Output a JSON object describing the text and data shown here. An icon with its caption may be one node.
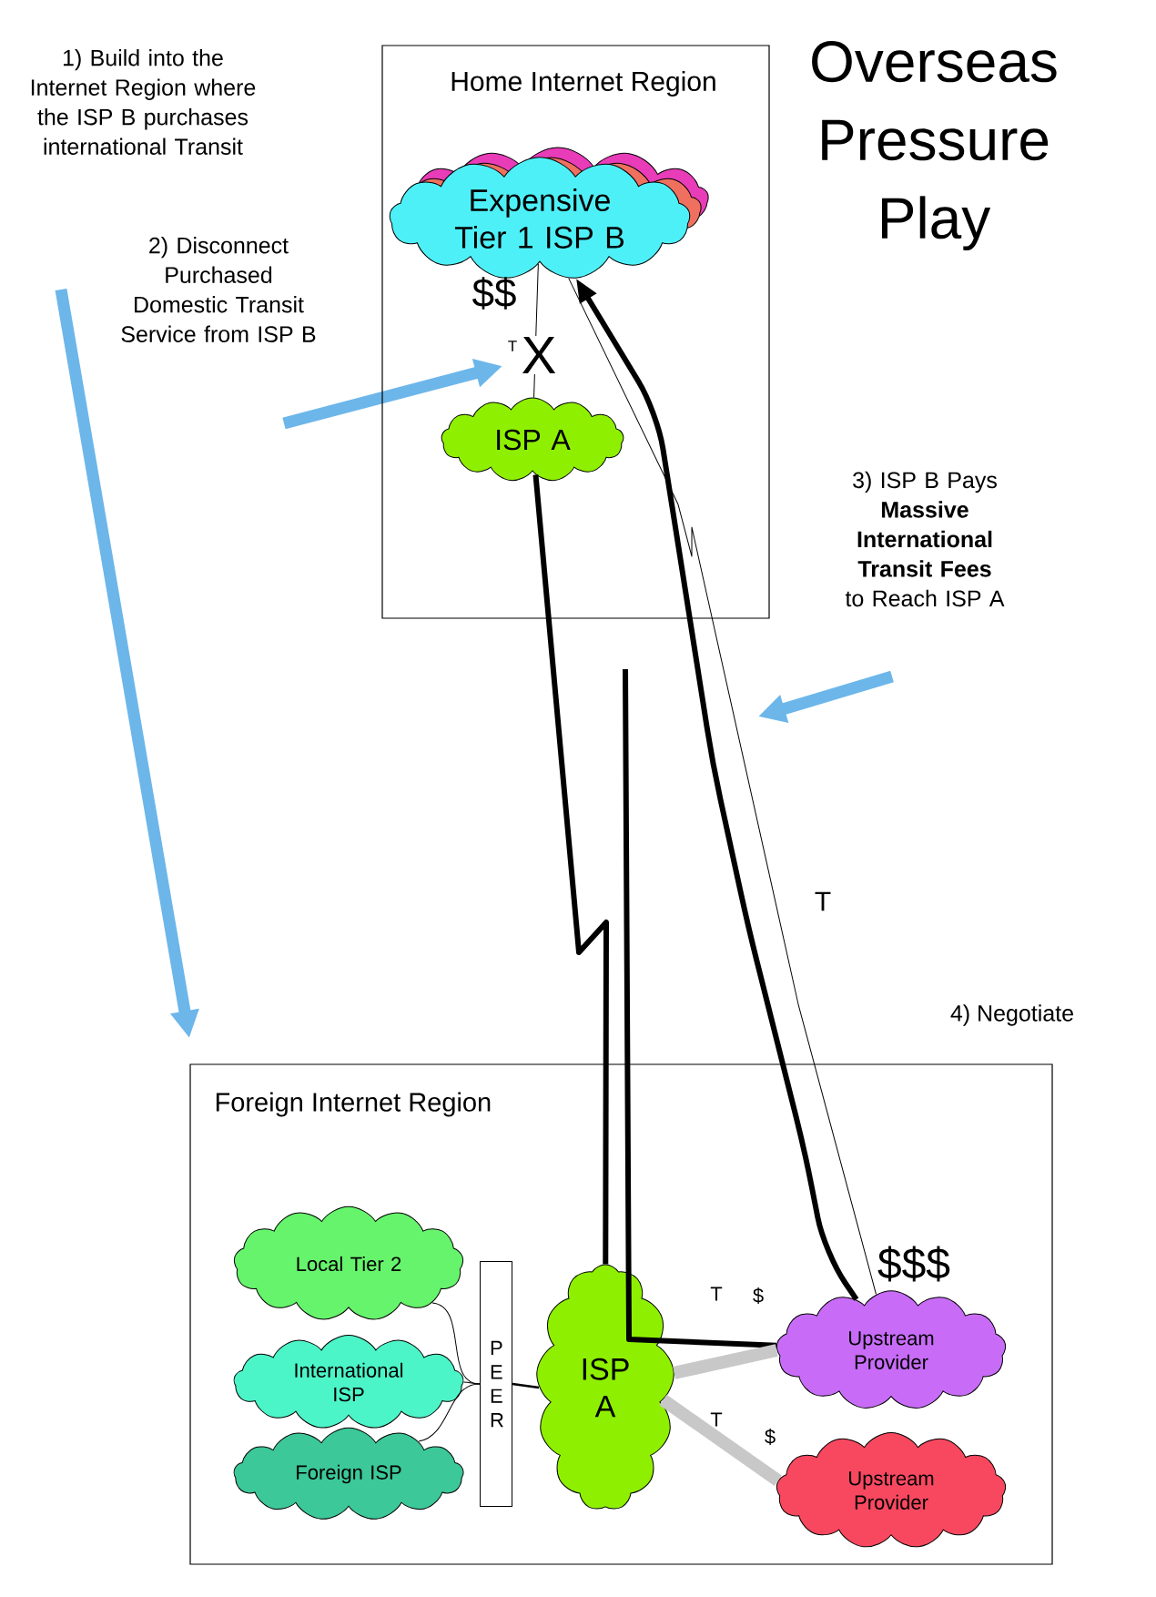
{
  "diagram": {
    "title": "Overseas Pressure Play",
    "nodes": [
      {
        "text": [
          "Home Internet Region"
        ]
      },
      {
        "text": [
          "Expensive Tier 1 ISP B"
        ],
        "in": 0
      },
      {
        "text": [
          "ISP A"
        ],
        "in": 0
      },
      {
        "text": [
          "Foreign Internet Region"
        ]
      },
      {
        "text": [
          "Local Tier 2"
        ],
        "in": 3
      },
      {
        "text": [
          "International ISP"
        ],
        "in": 3
      },
      {
        "text": [
          "Foreign ISP"
        ],
        "in": 3
      },
      {
        "text": [
          "P E E R"
        ],
        "in": 3
      },
      {
        "text": [
          "ISP A"
        ],
        "in": 3
      },
      {
        "text": [
          "Upstream Provider"
        ],
        "in": 3
      },
      {
        "text": [
          "Upstream Provider"
        ],
        "in": 3
      }
    ],
    "edges": [
      {
        "from": 1,
        "to": 2,
        "arrow": "none",
        "label": "X"
      },
      {
        "from": 1,
        "to": 9,
        "arrow": "none"
      },
      {
        "from": null,
        "to": 9,
        "arrow": "none",
        "style": "thick"
      },
      {
        "from": 9,
        "to": 1,
        "arrow": "to",
        "style": "thick"
      },
      {
        "from": 2,
        "to": 8,
        "arrow": "none",
        "style": "thick"
      },
      {
        "from": 8,
        "to": 9,
        "arrow": "none",
        "style": "thick",
        "color": "#c8c8c8"
      },
      {
        "from": 8,
        "to": 10,
        "arrow": "none",
        "style": "thick",
        "color": "#c8c8c8"
      },
      {
        "from": 4,
        "to": 7,
        "arrow": "none"
      },
      {
        "from": 5,
        "to": 7,
        "arrow": "none"
      },
      {
        "from": 6,
        "to": 7,
        "arrow": "none"
      },
      {
        "from": 7,
        "to": 8,
        "arrow": "none"
      }
    ],
    "labels": [
      "1) Build into the Internet Region where the ISP B purchases international Transit",
      "2) Disconnect Purchased Domestic Transit Service from ISP B",
      "3)  ISP B Pays **Massive International Transit Fees** to Reach ISP A",
      "$$",
      "T",
      "T",
      "4)  Negotiate",
      "$$$",
      "T",
      "$",
      "T",
      "$"
    ]
  }
}
